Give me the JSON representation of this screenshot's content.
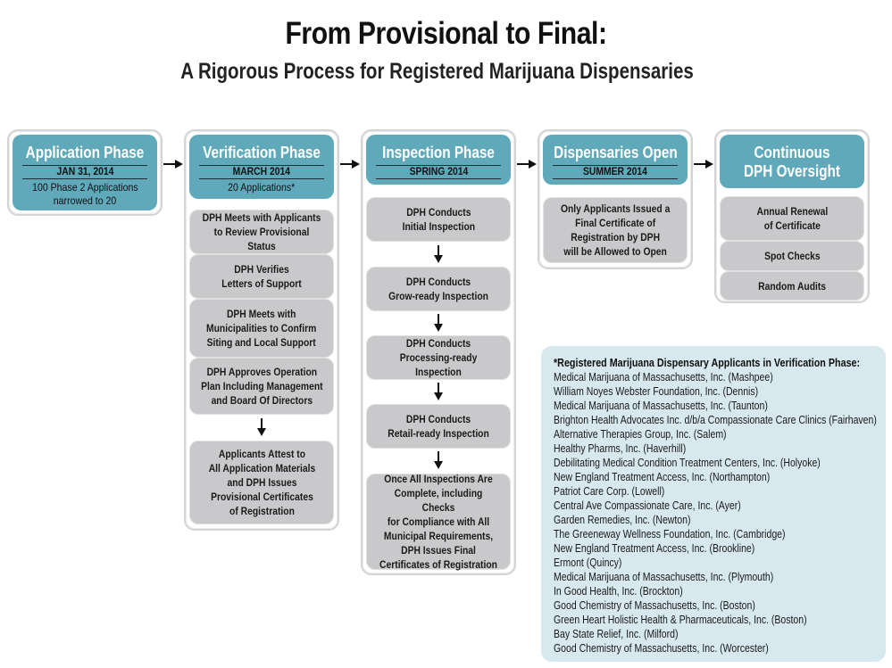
{
  "title": "From Provisional to Final:",
  "subtitle": "A Rigorous Process for Registered Marijuana Dispensaries",
  "colors": {
    "phase_header": "#5fa9bb",
    "step_box": "#c9c9cb",
    "applicants_panel": "#d7e8ee"
  },
  "phases": [
    {
      "name": "Application Phase",
      "date": "JAN 31, 2014",
      "description": "100 Phase 2 Applications narrowed to 20",
      "description_lines": [
        "100 Phase 2 Applications",
        "narrowed to 20"
      ],
      "steps": []
    },
    {
      "name": "Verification Phase",
      "date": "MARCH 2014",
      "description": "20 Applications*",
      "description_lines": [
        "20 Applications*"
      ],
      "steps": [
        "DPH Meets with Applicants\nto Review Provisional Status",
        "DPH Verifies\nLetters of Support",
        "DPH Meets with\nMunicipalities to Confirm\nSiting and Local Support",
        "DPH Approves Operation\nPlan Including Management\nand Board Of Directors",
        "Applicants Attest to\nAll Application Materials\nand DPH Issues\nProvisional Certificates\nof Registration"
      ]
    },
    {
      "name": "Inspection Phase",
      "date": "SPRING 2014",
      "steps": [
        "DPH Conducts\nInitial Inspection",
        "DPH Conducts\nGrow-ready Inspection",
        "DPH Conducts\nProcessing-ready Inspection",
        "DPH Conducts\nRetail-ready Inspection",
        "Once All Inspections Are\nComplete, including Checks\nfor Compliance with All\nMunicipal Requirements,\nDPH Issues Final\nCertificates of Registration"
      ]
    },
    {
      "name": "Dispensaries Open",
      "date": "SUMMER 2014",
      "steps": [
        "Only Applicants Issued a\nFinal Certificate of\nRegistration by DPH\nwill be Allowed to Open"
      ]
    },
    {
      "name": "Continuous\nDPH Oversight",
      "name_lines": [
        "Continuous",
        "DPH Oversight"
      ],
      "steps": [
        "Annual Renewal\nof Certificate",
        "Spot Checks",
        "Random Audits"
      ]
    }
  ],
  "applicants": {
    "heading": "*Registered Marijuana Dispensary Applicants in Verification Phase:",
    "list": [
      "Medical Marijuana of Massachusetts, Inc. (Mashpee)",
      "William Noyes Webster Foundation, Inc. (Dennis)",
      "Medical Marijuana of Massachusetts, Inc. (Taunton)",
      "Brighton Health Advocates Inc. d/b/a Compassionate Care Clinics (Fairhaven)",
      "Alternative Therapies Group, Inc. (Salem)",
      "Healthy Pharms, Inc. (Haverhill)",
      "Debilitating Medical Condition Treatment Centers, Inc. (Holyoke)",
      "New England Treatment Access, Inc. (Northampton)",
      "Patriot Care Corp. (Lowell)",
      "Central Ave Compassionate Care, Inc. (Ayer)",
      "Garden Remedies, Inc. (Newton)",
      "The Greeneway Wellness Foundation, Inc. (Cambridge)",
      "New England Treatment Access, Inc. (Brookline)",
      "Ermont (Quincy)",
      "Medical Marijuana of Massachusetts, Inc. (Plymouth)",
      "In Good Health, Inc. (Brockton)",
      "Good Chemistry of Massachusetts, Inc. (Boston)",
      "Green Heart Holistic Health & Pharmaceuticals, Inc. (Boston)",
      "Bay State Relief, Inc. (Milford)",
      "Good Chemistry of Massachusetts, Inc. (Worcester)"
    ]
  }
}
